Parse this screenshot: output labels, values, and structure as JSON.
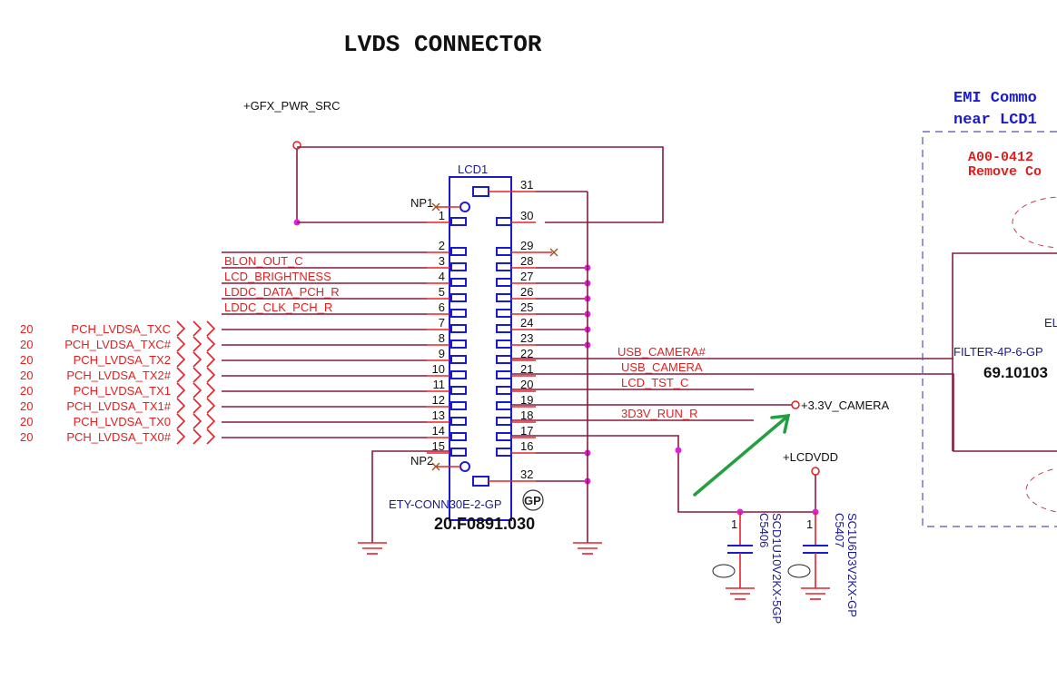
{
  "title": "LVDS CONNECTOR",
  "power": {
    "gfx": "+GFX_PWR_SRC",
    "camera": "+3.3V_CAMERA",
    "lcdvdd": "+LCDVDD"
  },
  "connector": {
    "ref": "LCD1",
    "np1": "NP1",
    "np2": "NP2",
    "part": "ETY-CONN30E-2-GP",
    "gp_badge": "GP",
    "part_number": "20.F0891.030",
    "left_pins": [
      "1",
      "2",
      "3",
      "4",
      "5",
      "6",
      "7",
      "8",
      "9",
      "10",
      "11",
      "12",
      "13",
      "14",
      "15"
    ],
    "right_pins": [
      "31",
      "30",
      "29",
      "28",
      "27",
      "26",
      "25",
      "24",
      "23",
      "22",
      "21",
      "20",
      "19",
      "18",
      "17",
      "16",
      "32"
    ]
  },
  "left_nets": [
    "BLON_OUT_C",
    "LCD_BRIGHTNESS",
    "LDDC_DATA_PCH_R",
    "LDDC_CLK_PCH_R"
  ],
  "lvds_nets": [
    {
      "page": "20",
      "name": "PCH_LVDSA_TXC"
    },
    {
      "page": "20",
      "name": "PCH_LVDSA_TXC#"
    },
    {
      "page": "20",
      "name": "PCH_LVDSA_TX2"
    },
    {
      "page": "20",
      "name": "PCH_LVDSA_TX2#"
    },
    {
      "page": "20",
      "name": "PCH_LVDSA_TX1"
    },
    {
      "page": "20",
      "name": "PCH_LVDSA_TX1#"
    },
    {
      "page": "20",
      "name": "PCH_LVDSA_TX0"
    },
    {
      "page": "20",
      "name": "PCH_LVDSA_TX0#"
    }
  ],
  "right_nets": [
    "USB_CAMERA#",
    "USB_CAMERA",
    "LCD_TST_C",
    "3D3V_RUN_R"
  ],
  "capacitors": [
    {
      "ref": "C5406",
      "value": "SCD1U10V2KX-5GP",
      "pin": "1"
    },
    {
      "ref": "C5407",
      "value": "SC1U6D3V2KX-GP",
      "pin": "1"
    }
  ],
  "emi": {
    "title_line1": "EMI Commo",
    "title_line2": "near LCD1",
    "note_line1": "A00-0412",
    "note_line2": "Remove Co",
    "filter_label": "EL",
    "filter_part": "FILTER-4P-6-GP",
    "filter_number": "69.10103"
  },
  "colors": {
    "wire": "#8b1a3a",
    "pin": "#e8202a",
    "symbol": "#1a1ad0",
    "junction": "#e020e0",
    "annotation_arrow": "#22a040"
  }
}
